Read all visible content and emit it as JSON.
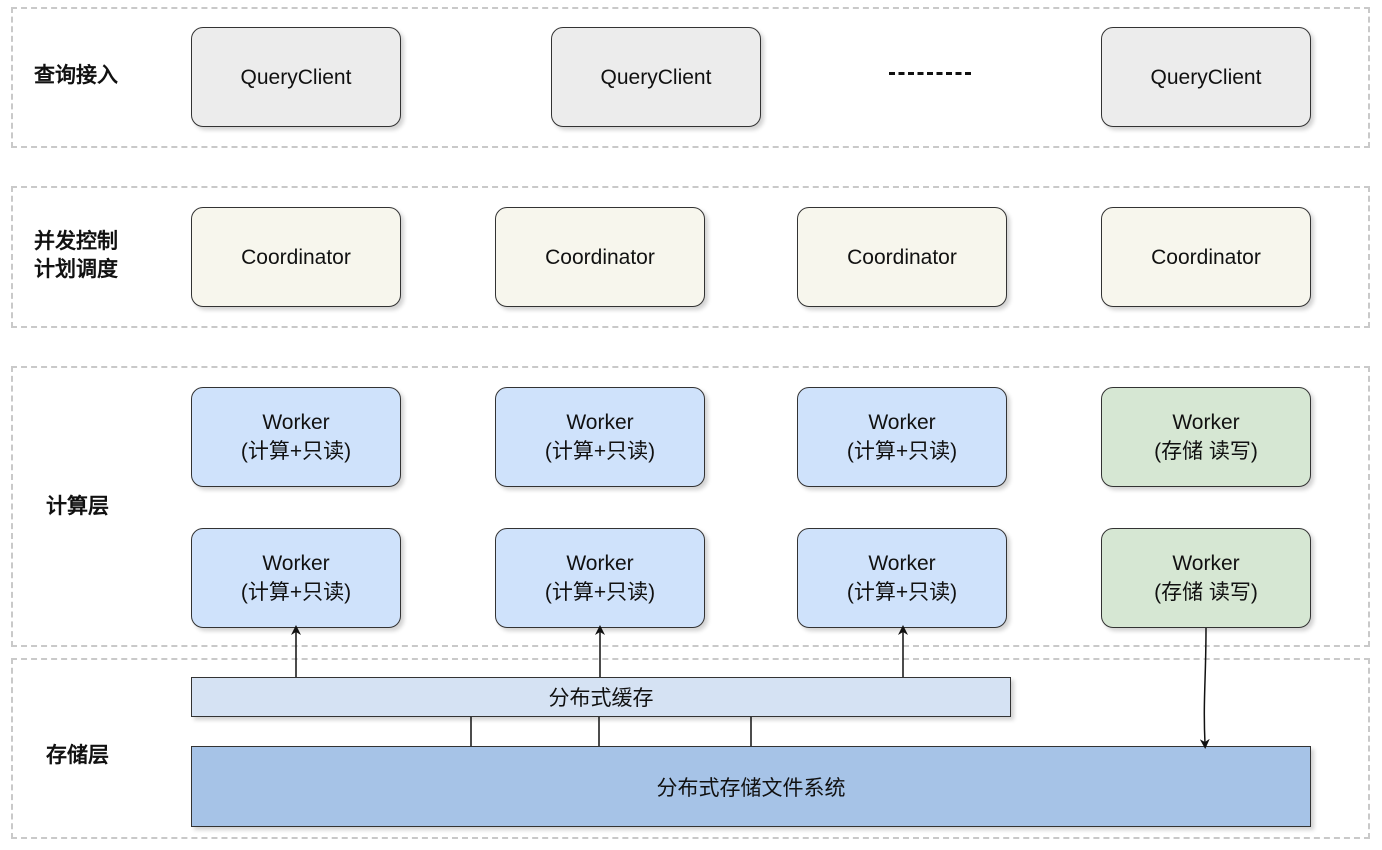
{
  "layers": {
    "query_access": {
      "label": "查询接入"
    },
    "concurrency": {
      "label": "并发控制\n计划调度"
    },
    "compute": {
      "label": "计算层"
    },
    "storage": {
      "label": "存储层"
    }
  },
  "query_clients": [
    {
      "label": "QueryClient"
    },
    {
      "label": "QueryClient"
    },
    {
      "label": "QueryClient"
    }
  ],
  "coordinators": [
    {
      "label": "Coordinator"
    },
    {
      "label": "Coordinator"
    },
    {
      "label": "Coordinator"
    },
    {
      "label": "Coordinator"
    }
  ],
  "workers_row1": [
    {
      "title": "Worker",
      "role": "(计算+只读)"
    },
    {
      "title": "Worker",
      "role": "(计算+只读)"
    },
    {
      "title": "Worker",
      "role": "(计算+只读)"
    },
    {
      "title": "Worker",
      "role": "(存储 读写)"
    }
  ],
  "workers_row2": [
    {
      "title": "Worker",
      "role": "(计算+只读)"
    },
    {
      "title": "Worker",
      "role": "(计算+只读)"
    },
    {
      "title": "Worker",
      "role": "(计算+只读)"
    },
    {
      "title": "Worker",
      "role": "(存储 读写)"
    }
  ],
  "distributed_cache": {
    "label": "分布式缓存"
  },
  "distributed_fs": {
    "label": "分布式存储文件系统"
  },
  "colors": {
    "client_fill": "#ececec",
    "coordinator_fill": "#f7f6ed",
    "compute_worker_fill": "#cfe2fb",
    "storage_worker_fill": "#d6e7d3",
    "cache_fill": "#d5e2f3",
    "fs_fill": "#a6c3e7"
  }
}
